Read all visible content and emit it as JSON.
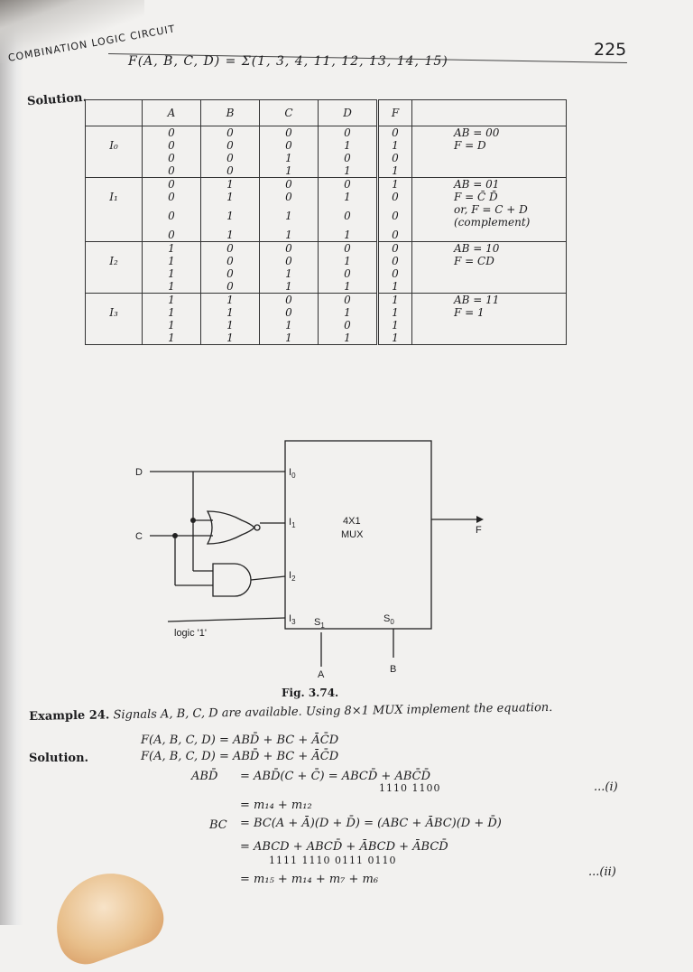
{
  "header": {
    "title": "COMBINATION LOGIC CIRCUIT",
    "page_number": "225",
    "equation": "F(A, B, C, D) = Σ(1, 3, 4, 11, 12, 13, 14, 15)"
  },
  "solution_label": "Solution.",
  "truth_table": {
    "columns": [
      "",
      "A",
      "B",
      "C",
      "D",
      "F"
    ],
    "groups": [
      {
        "label": "I₀",
        "rows": [
          [
            "0",
            "0",
            "0",
            "0",
            "0"
          ],
          [
            "0",
            "0",
            "0",
            "1",
            "1"
          ],
          [
            "0",
            "0",
            "1",
            "0",
            "0"
          ],
          [
            "0",
            "0",
            "1",
            "1",
            "1"
          ]
        ],
        "notes": [
          "AB = 00",
          "F = D",
          "",
          ""
        ]
      },
      {
        "label": "I₁",
        "rows": [
          [
            "0",
            "1",
            "0",
            "0",
            "1"
          ],
          [
            "0",
            "1",
            "0",
            "1",
            "0"
          ],
          [
            "0",
            "1",
            "1",
            "0",
            "0"
          ],
          [
            "0",
            "1",
            "1",
            "1",
            "0"
          ]
        ],
        "notes": [
          "AB = 01",
          "F = C̄ D̄",
          "or, F = C + D (complement)",
          ""
        ]
      },
      {
        "label": "I₂",
        "rows": [
          [
            "1",
            "0",
            "0",
            "0",
            "0"
          ],
          [
            "1",
            "0",
            "0",
            "1",
            "0"
          ],
          [
            "1",
            "0",
            "1",
            "0",
            "0"
          ],
          [
            "1",
            "0",
            "1",
            "1",
            "1"
          ]
        ],
        "notes": [
          "AB = 10",
          "F = CD",
          "",
          ""
        ]
      },
      {
        "label": "I₃",
        "rows": [
          [
            "1",
            "1",
            "0",
            "0",
            "1"
          ],
          [
            "1",
            "1",
            "0",
            "1",
            "1"
          ],
          [
            "1",
            "1",
            "1",
            "0",
            "1"
          ],
          [
            "1",
            "1",
            "1",
            "1",
            "1"
          ]
        ],
        "notes": [
          "AB = 11",
          "F = 1",
          "",
          ""
        ]
      }
    ]
  },
  "circuit": {
    "inputs": {
      "d": "D",
      "c": "C",
      "logic": "logic '1'"
    },
    "mux_label_1": "4X1",
    "mux_label_2": "MUX",
    "pins": {
      "i0": "I",
      "i1": "I",
      "i2": "I",
      "i3": "I",
      "s1": "S",
      "s0": "S"
    },
    "pin_subs": {
      "i0": "0",
      "i1": "1",
      "i2": "2",
      "i3": "3",
      "s1": "1",
      "s0": "0"
    },
    "select_inputs": {
      "a": "A",
      "b": "B"
    },
    "output": "F"
  },
  "figure_caption": "Fig. 3.74.",
  "example": {
    "label": "Example 24.",
    "text": "Signals A, B, C, D are available. Using 8×1 MUX implement the equation."
  },
  "equations": {
    "eq1": "F(A, B, C, D)  =  ABD̄ + BC + ĀC̄D",
    "solution_label": "Solution.",
    "eq2": "F(A, B, C, D)  =  ABD̄ + BC + ĀC̄D",
    "eq3_lhs": "ABD̄",
    "eq3_rhs": "=  ABD̄(C + C̄)  =  ABCD̄ + ABC̄D̄",
    "eq3_codes": "1110        1100",
    "eq3_tag": "...(i)",
    "eq4": "=  m₁₄ + m₁₂",
    "eq5_lhs": "BC",
    "eq5_rhs": "=  BC(A + Ā)(D + D̄)  =  (ABC + ĀBC)(D + D̄)",
    "eq6": "=  ABCD + ABCD̄ + ĀBCD + ĀBCD̄",
    "eq6_codes": "1111        1110        0111        0110",
    "eq6_tag": "...(ii)",
    "eq7": "=  m₁₅ + m₁₄ + m₇ + m₆"
  }
}
